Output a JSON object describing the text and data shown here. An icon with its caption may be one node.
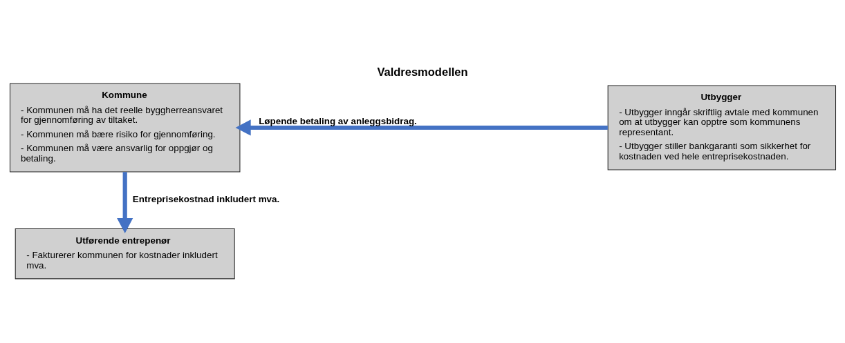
{
  "diagram": {
    "title": "Valdresmodellen",
    "nodes": [
      {
        "text": [
          "Kommune",
          "- Kommunen må ha det reelle byggherreansvaret for gjennomføring av tiltaket.",
          "- Kommunen må bære risiko for gjennomføring.",
          "- Kommunen må være ansvarlig for oppgjør og betaling."
        ]
      },
      {
        "text": [
          "Utbygger",
          "- Utbygger inngår skriftlig avtale med kommunen om at utbygger kan opptre som kommunens representant.",
          "- Utbygger stiller bankgaranti som sikkerhet for kostnaden ved hele entreprisekostnaden."
        ]
      },
      {
        "text": [
          "Utførende entrepenør",
          "- Fakturerer kommunen for kostnader inkludert mva."
        ]
      }
    ],
    "edges": [
      {
        "from": 1,
        "to": 0,
        "arrow": "to",
        "label": "Løpende betaling av anleggsbidrag."
      },
      {
        "from": 0,
        "to": 2,
        "arrow": "to",
        "label": "Entreprisekostnad inkludert mva."
      }
    ]
  }
}
